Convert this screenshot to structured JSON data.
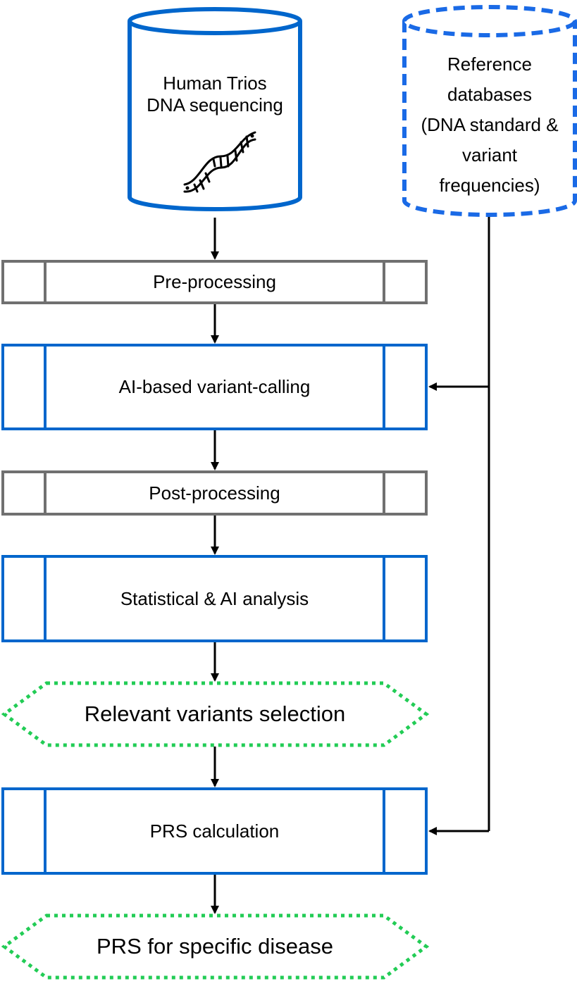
{
  "colors": {
    "blue": "#0066cc",
    "bright_blue": "#1a6ae6",
    "gray": "#707070",
    "green": "#22cc55",
    "arrow": "#000000"
  },
  "sources": {
    "trios": {
      "line1": "Human Trios",
      "line2": "DNA sequencing",
      "icon": "dna-icon"
    },
    "reference": {
      "line1": "Reference",
      "line2": "databases",
      "line3": "(DNA standard &",
      "line4": "variant",
      "line5": "frequencies)"
    }
  },
  "steps": {
    "pre": "Pre-processing",
    "ai_calling": "AI-based variant-calling",
    "post": "Post-processing",
    "stat": "Statistical & AI analysis",
    "selection": "Relevant variants selection",
    "prs_calc": "PRS calculation",
    "prs_out": "PRS for specific disease"
  }
}
